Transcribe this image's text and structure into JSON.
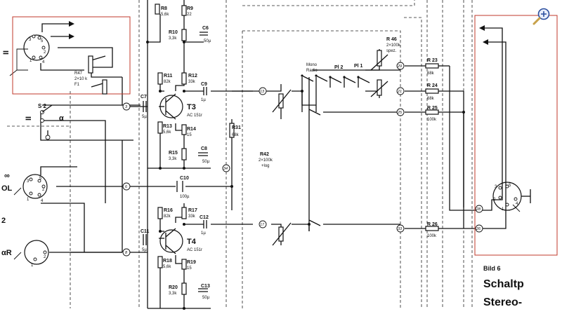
{
  "figure": {
    "caption_lines": [
      "Bild 6",
      "Schaltp",
      "Stereo-"
    ]
  },
  "viewer": {
    "zoom_icon": "magnifier-plus-icon",
    "highlight_color": "#c0392b"
  },
  "left_labels": {
    "jack_top": "II",
    "jack_s2": "II",
    "jack_s2b": "α",
    "jack_mid_sym": "∞",
    "jack_mid": "OL",
    "num_2": "2",
    "jack_bot": "αR",
    "switch": "S 2"
  },
  "components": {
    "r47": {
      "name": "R47",
      "value": "2×10 k",
      "sub": "F1"
    },
    "r8": {
      "name": "R8",
      "value": "5,6k"
    },
    "r9": {
      "name": "R9",
      "value": "22"
    },
    "r10": {
      "name": "R10",
      "value": "3,3k"
    },
    "c6": {
      "name": "C6",
      "value": "50µ"
    },
    "r11": {
      "name": "R11",
      "value": "82k"
    },
    "r12": {
      "name": "R12",
      "value": "33k"
    },
    "c7": {
      "name": "C7",
      "value": "5µ"
    },
    "c9": {
      "name": "C9",
      "value": "1µ"
    },
    "t3": {
      "name": "T3",
      "type": "AC 151r"
    },
    "r13": {
      "name": "R13",
      "value": "5,6k"
    },
    "r14": {
      "name": "R14",
      "value": "15"
    },
    "r15": {
      "name": "R15",
      "value": "3,3k"
    },
    "c8": {
      "name": "C8",
      "value": "50µ"
    },
    "r31": {
      "name": "R31",
      "value": "68k"
    },
    "c10": {
      "name": "C10",
      "value": "100µ"
    },
    "r16": {
      "name": "R16",
      "value": "82k"
    },
    "r17": {
      "name": "R17",
      "value": "33k"
    },
    "c11": {
      "name": "C11",
      "value": "5µ"
    },
    "c12": {
      "name": "C12",
      "value": "1µ"
    },
    "t4": {
      "name": "T4",
      "type": "AC 151r"
    },
    "r18": {
      "name": "R18",
      "value": "5,6k"
    },
    "r19": {
      "name": "R19",
      "value": "15"
    },
    "r20": {
      "name": "R20",
      "value": "3,3k"
    },
    "c13": {
      "name": "C13",
      "value": "50µ"
    },
    "r42": {
      "name": "R42",
      "value": "2×100k",
      "sub": "+log"
    },
    "r46": {
      "name": "R 46",
      "value": "2×100k",
      "sub": "spez."
    },
    "r23": {
      "name": "R 23",
      "value": "68k"
    },
    "r24": {
      "name": "R 24",
      "value": "68k"
    },
    "r25": {
      "name": "R 25",
      "value": "100k"
    },
    "r26": {
      "name": "R 26",
      "value": "100k"
    }
  },
  "switches": {
    "mono_radio": [
      "Mono",
      "Radio"
    ],
    "p2": "Pl 2",
    "p1": "Pl 1"
  },
  "nodes": {
    "n3": "3",
    "n6": "6",
    "n8": "8",
    "n13": "13",
    "n17": "17",
    "n34": "34",
    "n29": "29",
    "n21": "21",
    "n25": "25",
    "n33": "33",
    "n28": "28",
    "n26": "26"
  },
  "pins": {
    "top": [
      "3",
      "5",
      "2",
      "1",
      "4"
    ],
    "mid": [
      "3",
      "5",
      "2",
      "1",
      "4"
    ],
    "bot": [
      "2",
      "1"
    ],
    "right": [
      "3",
      "5",
      "2",
      "1",
      "4"
    ]
  }
}
